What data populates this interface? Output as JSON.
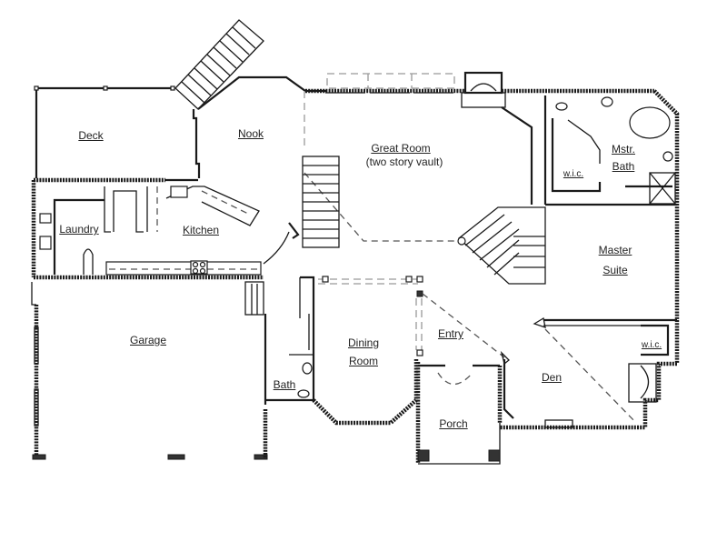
{
  "plan": {
    "type": "house floor plan (main level)",
    "rooms": {
      "deck": "Deck",
      "nook": "Nook",
      "great_room": "Great Room",
      "great_room_note": "(two story vault)",
      "mstr_bath_1": "Mstr.",
      "mstr_bath_2": "Bath",
      "wic_1": "w.i.c.",
      "laundry": "Laundry",
      "kitchen": "Kitchen",
      "master_suite_1": "Master",
      "master_suite_2": "Suite",
      "garage": "Garage",
      "dining_1": "Dining",
      "dining_2": "Room",
      "entry": "Entry",
      "wic_2": "w.i.c.",
      "bath": "Bath",
      "den": "Den",
      "porch": "Porch"
    },
    "colors": {
      "background": "#ffffff",
      "lines": "#1a1a1a",
      "dashed": "#555555"
    }
  }
}
